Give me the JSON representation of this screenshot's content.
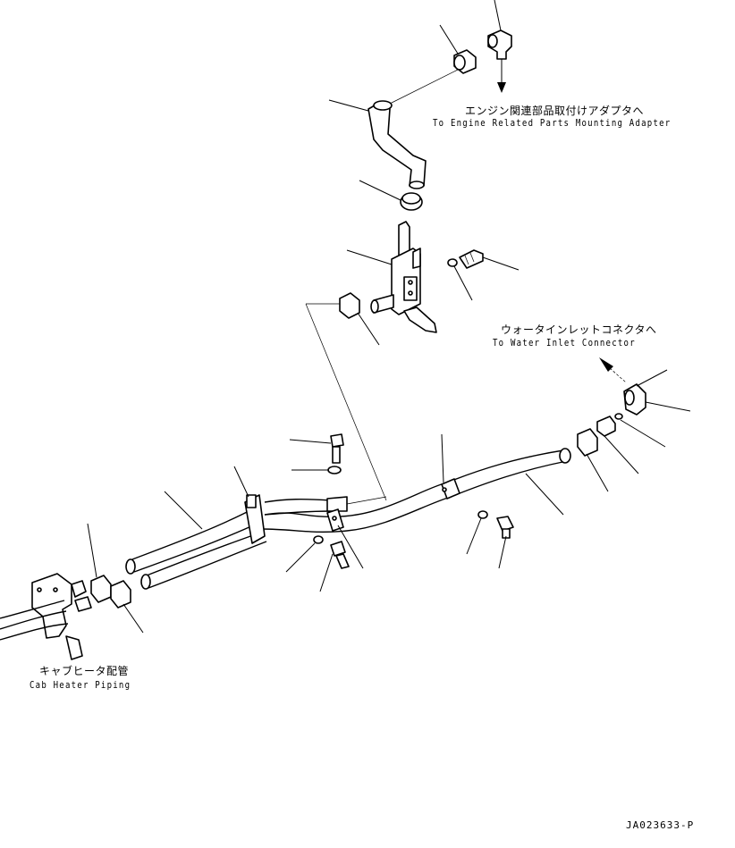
{
  "callouts": {
    "engine_adapter_jp": "エンジン関連部品取付けアダプタへ",
    "engine_adapter_en": "To Engine Related Parts Mounting Adapter",
    "water_inlet_jp": "ウォータインレットコネクタへ",
    "water_inlet_en": "To Water Inlet Connector",
    "cab_heater_jp": "キャブヒータ配管",
    "cab_heater_en": "Cab Heater Piping"
  },
  "figure_id": "JA023633-P",
  "colors": {
    "ink": "#000000",
    "paper": "#ffffff"
  }
}
